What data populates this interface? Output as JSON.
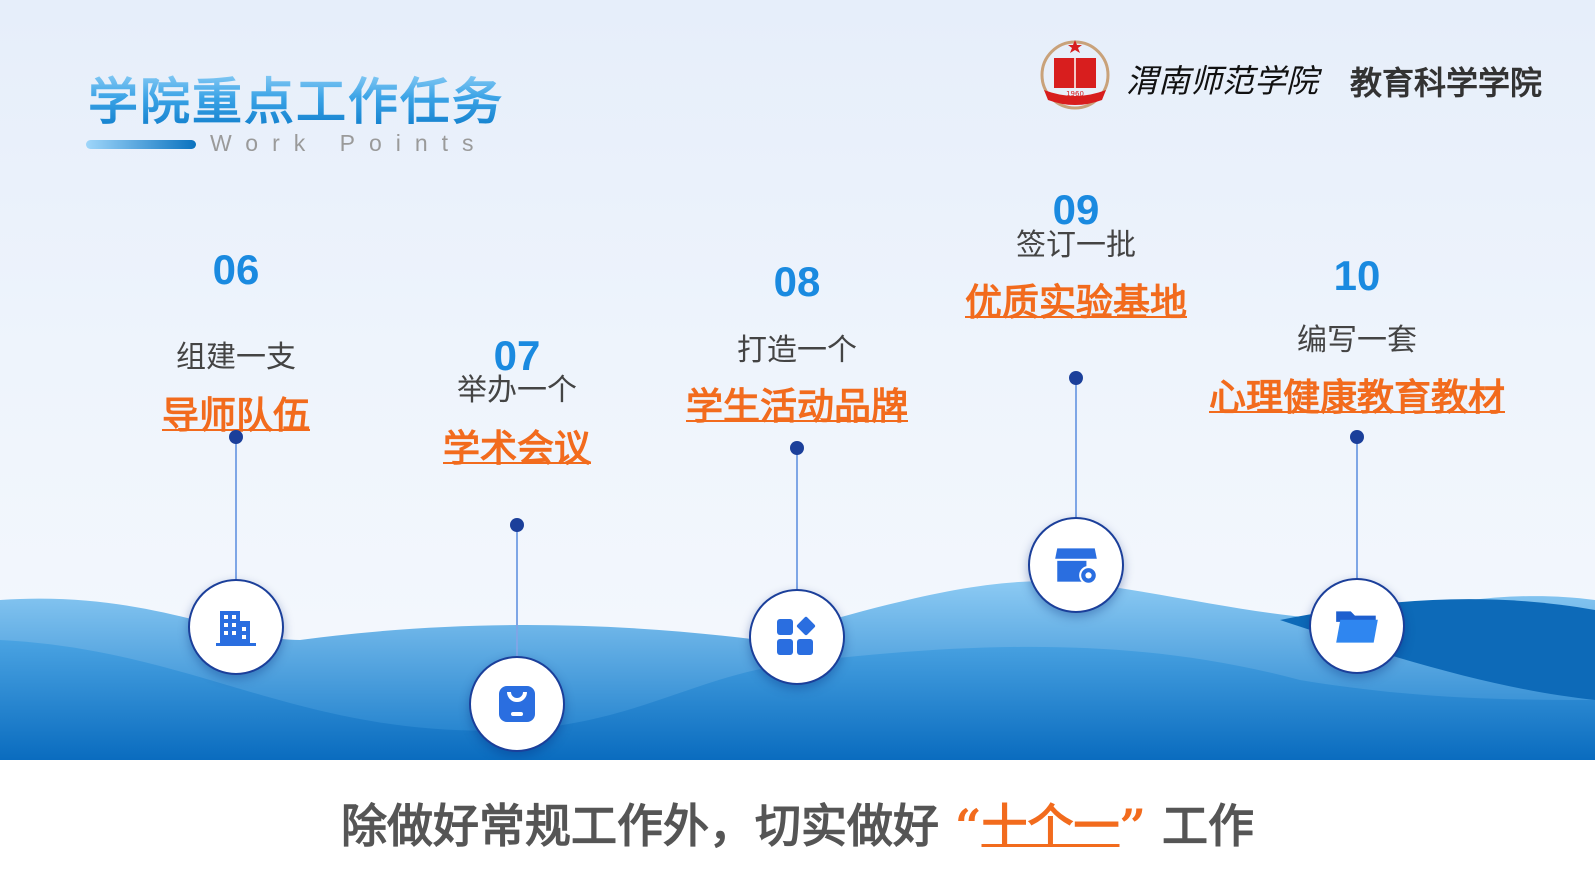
{
  "header": {
    "title": "学院重点工作任务",
    "subtitle": "Work Points",
    "school": "渭南师范学院",
    "college": "教育科学学院",
    "logo_text": "1960"
  },
  "items": [
    {
      "num": "06",
      "lead": "组建一支",
      "highlight": "导师队伍",
      "icon": "building-icon"
    },
    {
      "num": "07",
      "lead": "举办一个",
      "highlight": "学术会议",
      "icon": "badge-icon"
    },
    {
      "num": "08",
      "lead": "打造一个",
      "highlight": "学生活动品牌",
      "icon": "apps-icon"
    },
    {
      "num": "09",
      "lead": "签订一批",
      "highlight": "优质实验基地",
      "icon": "store-settings-icon"
    },
    {
      "num": "10",
      "lead": "编写一套",
      "highlight": "心理健康教育教材",
      "icon": "folder-icon"
    }
  ],
  "footer": {
    "pre": "除做好常规工作外，切实做好",
    "open_quote": "“",
    "emph": "十个一",
    "close_quote": "”",
    "post": "工作"
  },
  "colors": {
    "accent": "#f26b1d",
    "blue": "#1a8ae0",
    "navy": "#1b3f9a"
  }
}
